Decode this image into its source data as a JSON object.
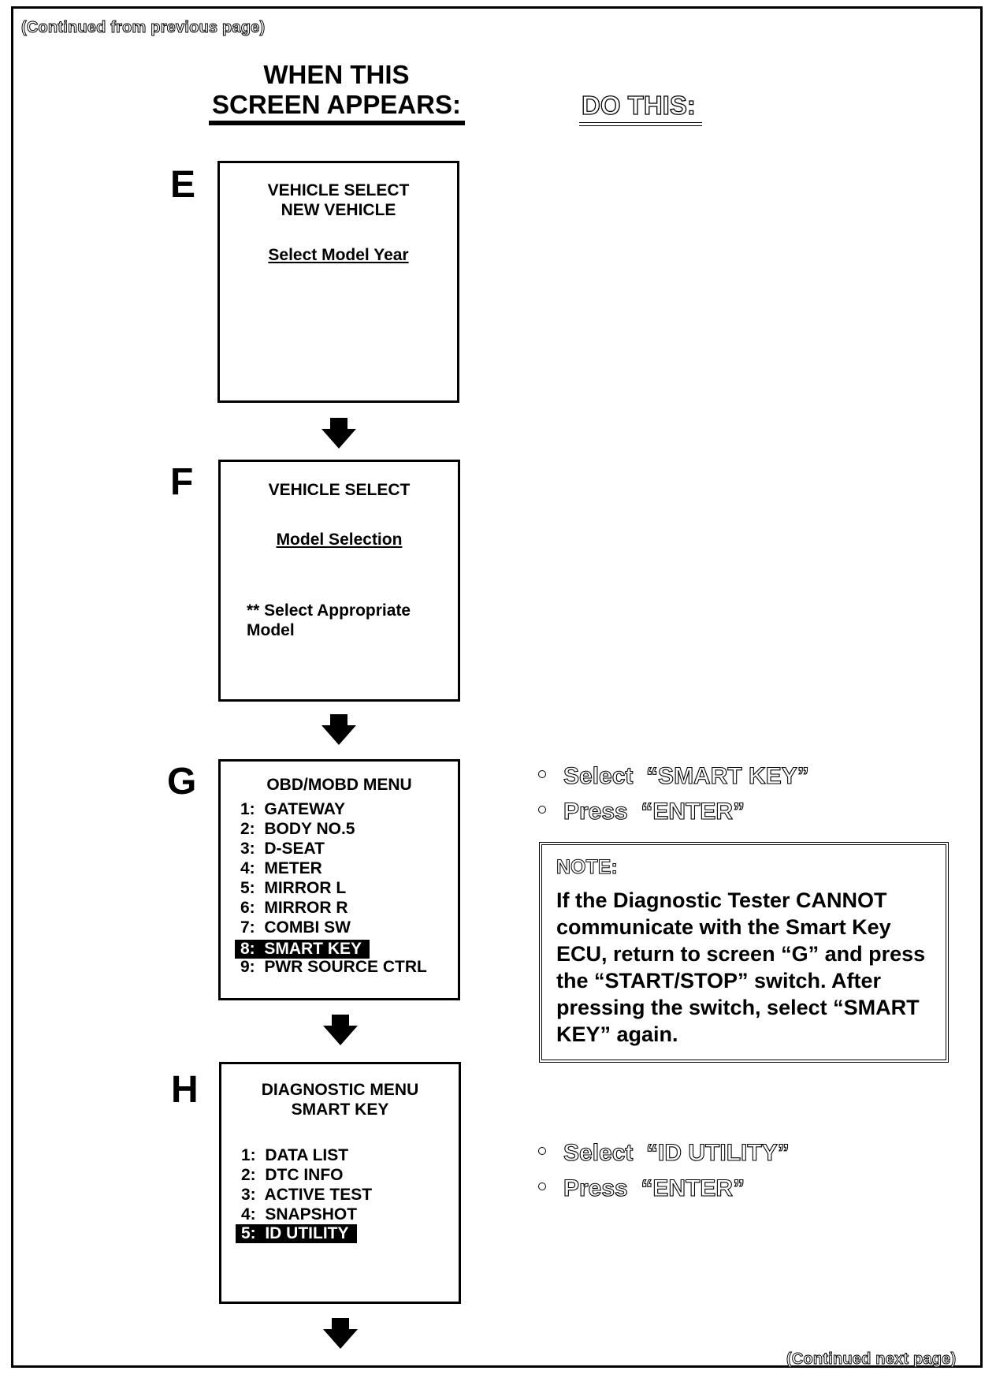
{
  "continued_from": "(Continued from previous page)",
  "continued_next": "(Continued next page)",
  "headers": {
    "when_line1": "WHEN THIS",
    "when_line2": "SCREEN APPEARS:",
    "do_this": "DO THIS:"
  },
  "steps": {
    "E": {
      "letter": "E",
      "line1": "VEHICLE SELECT",
      "line2": "NEW VEHICLE",
      "link": "Select Model Year"
    },
    "F": {
      "letter": "F",
      "line1": "VEHICLE SELECT",
      "link": "Model Selection",
      "note_line1": "** Select Appropriate",
      "note_line2": "Model"
    },
    "G": {
      "letter": "G",
      "title": "OBD/MOBD MENU",
      "items": [
        "1:  GATEWAY",
        "2:  BODY NO.5",
        "3:  D-SEAT",
        "4:  METER",
        "5:  MIRROR L",
        "6:  MIRROR R",
        "7:  COMBI SW",
        "8:  SMART KEY",
        "9:  PWR SOURCE CTRL"
      ],
      "selected_index": 7,
      "actions": [
        "Select  “SMART KEY”",
        "Press  “ENTER”"
      ],
      "note_title": "NOTE:",
      "note_text": "If the Diagnostic Tester CANNOT communicate with the Smart Key ECU, return to screen “G” and press the “START/STOP” switch. After pressing the switch, select “SMART KEY” again."
    },
    "H": {
      "letter": "H",
      "title_line1": "DIAGNOSTIC MENU",
      "title_line2": "SMART KEY",
      "items": [
        "1:  DATA LIST",
        "2:  DTC INFO",
        "3:  ACTIVE TEST",
        "4:  SNAPSHOT",
        "5:  ID UTILITY"
      ],
      "selected_index": 4,
      "actions": [
        "Select  “ID UTILITY”",
        "Press  “ENTER”"
      ]
    }
  }
}
